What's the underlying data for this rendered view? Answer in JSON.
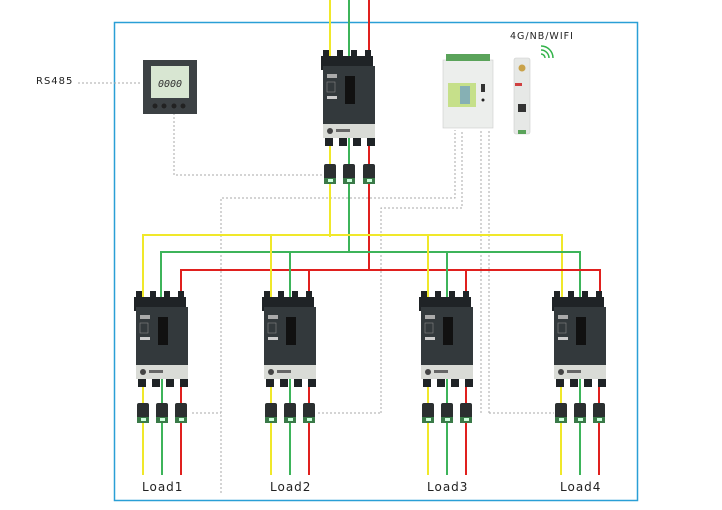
{
  "labels": {
    "rs485": "RS485",
    "wireless": "4G/NB/WIFI",
    "meter_display": "0000"
  },
  "loads": [
    "Load1",
    "Load2",
    "Load3",
    "Load4"
  ],
  "colors": {
    "frame": "#2a9fd6",
    "phase_a": "#f0e82a",
    "phase_b": "#3db45a",
    "phase_c": "#e0201e",
    "comm": "#aaaaaa",
    "breaker": "#2e3336",
    "wifi": "#33b34a"
  }
}
